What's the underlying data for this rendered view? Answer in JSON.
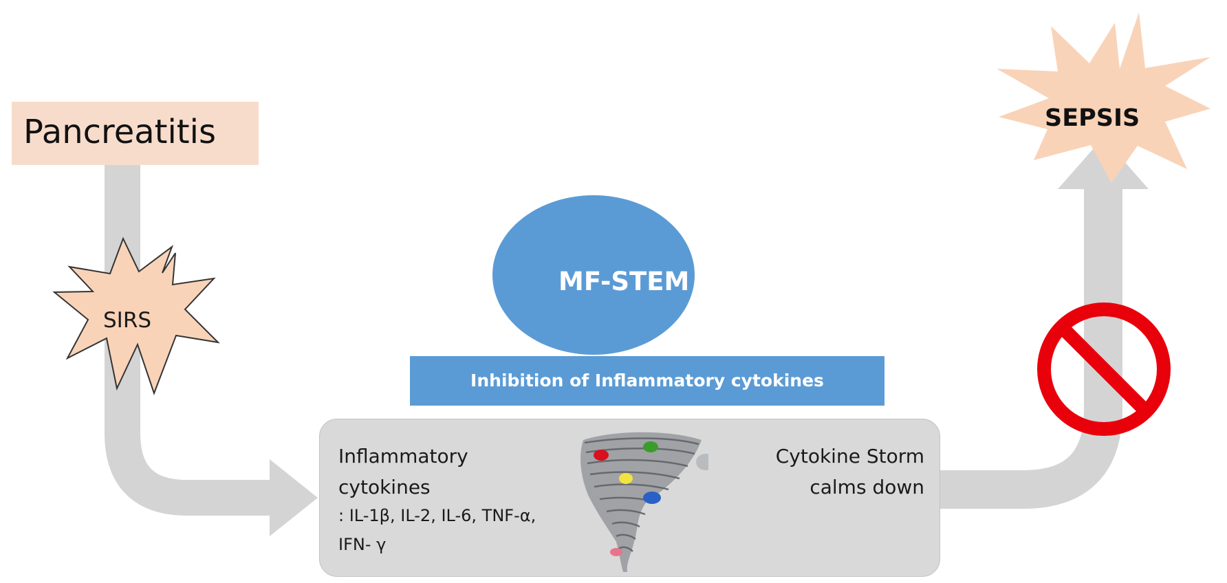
{
  "diagram": {
    "start_label": "Pancreatitis",
    "sirs_label": "SIRS",
    "end_label": "SEPSIS",
    "mf_stem_label": "MF-STEM",
    "inhibition_label": "Inhibition of Inflammatory cytokines",
    "cytokines_title": "Inflammatory cytokines",
    "cytokines_list_line1": ": IL-1β, IL-2, IL-6, TNF-α,",
    "cytokines_list_line2": "IFN- γ",
    "storm_label": "Cytokine Storm calms down"
  },
  "colors": {
    "arrow_gray": "#d4d4d4",
    "pancreatitis_fill": "#f7dccb",
    "burst_fill": "#f9d3b8",
    "mf_stem_fill": "#5b9bd5",
    "storm_box_fill": "#d9d9d9",
    "prohibition_red": "#e8000b"
  },
  "icons": {
    "prohibition": "no-entry-icon",
    "tornado": "tornado-icon"
  }
}
